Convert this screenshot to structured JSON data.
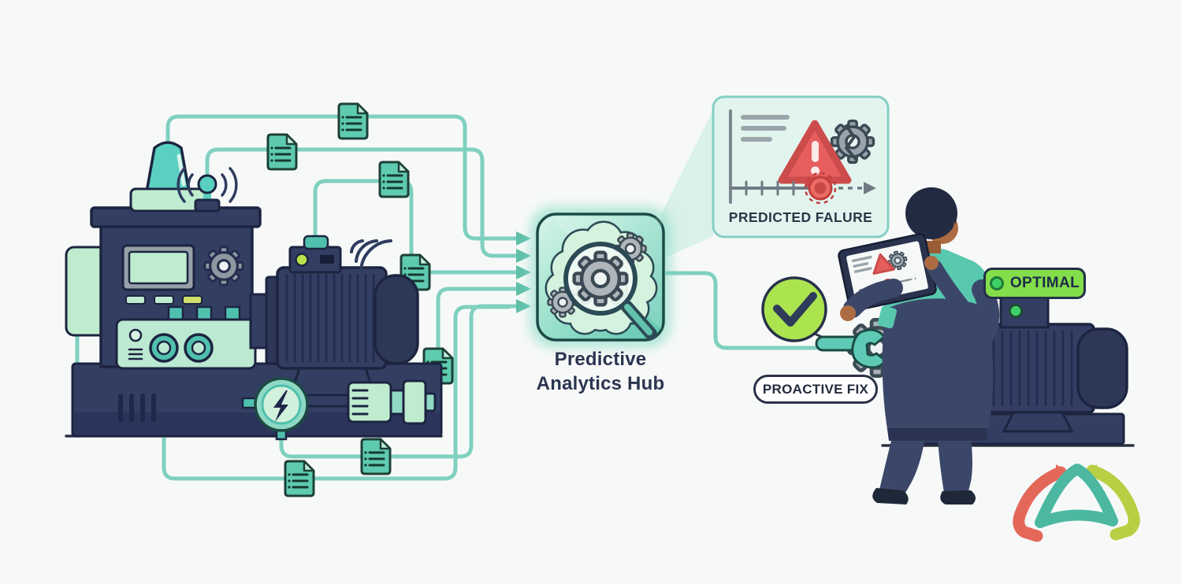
{
  "labels": {
    "hub": {
      "line1": "Predictive",
      "line2": "Analytics Hub"
    },
    "panel_title": "PREDICTED FALURE",
    "proactive_fix": "PROACTIVE FIX",
    "optimal": "OPTIMAL"
  },
  "colors": {
    "background": "#f7f9f8",
    "machine_navy": "#333e63",
    "machine_navy_dark": "#2d3757",
    "outline_dark": "#1c2440",
    "mint": "#bfeccf",
    "teal": "#4fc0ad",
    "beacon_teal": "#5ad0c0",
    "cable_teal": "#7fd0bf",
    "arrow_teal": "#5fbfa8",
    "hub_border": "#1c4b47",
    "panel_bg": "#e2f4ee",
    "panel_border": "#85cfc4",
    "alert_red": "#e65e5e",
    "alert_red_dark": "#c84848",
    "check_green": "#abe44f",
    "optimal_green": "#84dd4b",
    "gear_gray": "#a2abb2",
    "text_navy": "#2b3550",
    "skin": "#ad6b42",
    "uniform_navy": "#3b4769",
    "yoke_teal": "#58c8ae",
    "logo_coral": "#e4685a",
    "logo_teal": "#4cb8a2",
    "logo_green": "#b8cf43"
  },
  "icons": [
    "document-icon",
    "beacon-light-icon",
    "antenna-icon",
    "wifi-waves-icon",
    "gear-icon",
    "lightning-gauge-icon",
    "brain-analytics-icon",
    "magnifier-icon",
    "warning-triangle-icon",
    "broken-gear-icon",
    "failure-timeline-icon",
    "checkmark-icon",
    "wrench-icon",
    "tablet-icon",
    "status-dot-icon",
    "logo-triangle-mark"
  ]
}
